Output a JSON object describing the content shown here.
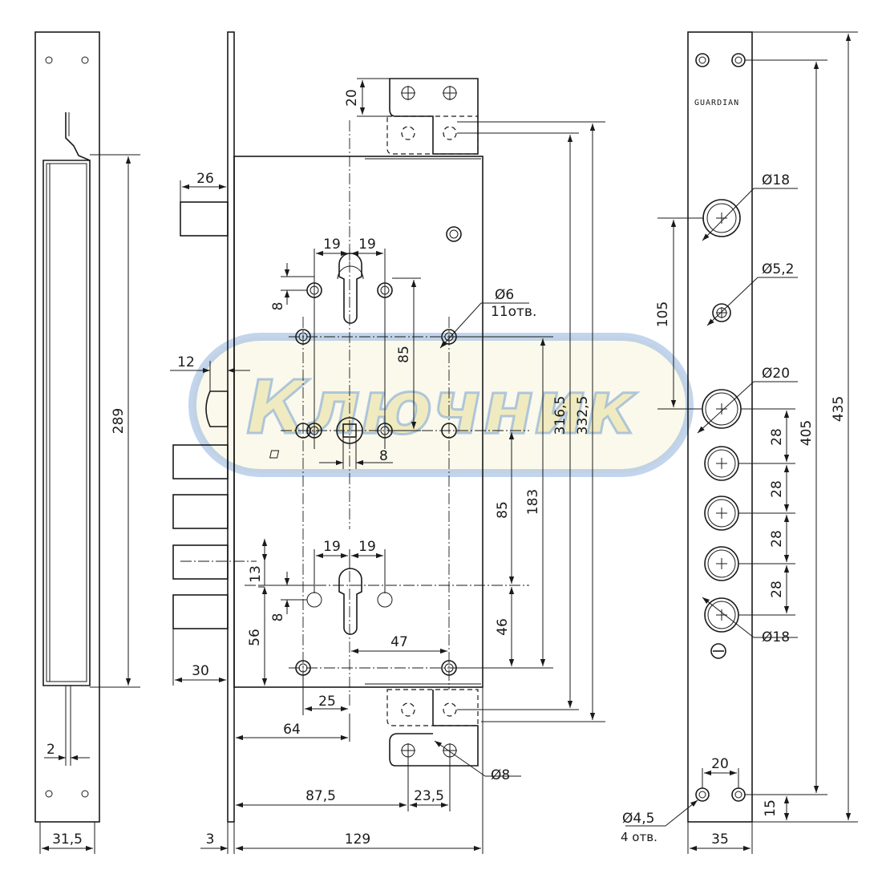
{
  "watermark": {
    "text": "Ключник"
  },
  "faceplate": {
    "brand": "GUARDIAN"
  },
  "dimensions": {
    "left_289": "289",
    "left_2": "2",
    "left_31_5": "31,5",
    "d26": "26",
    "d12": "12",
    "d30": "30",
    "d3": "3",
    "d129": "129",
    "d87_5": "87,5",
    "d23_5": "23,5",
    "d64": "64",
    "d25": "25",
    "d47": "47",
    "d56": "56",
    "d13": "13",
    "d8_low": "8",
    "d19_up_a": "19",
    "d19_up_b": "19",
    "d19_low_a": "19",
    "d19_low_b": "19",
    "d8_up": "8",
    "d85_up": "85",
    "d85_low": "85",
    "d46": "46",
    "d183": "183",
    "d316_5": "316,5",
    "d332_5": "332,5",
    "d20_top": "20",
    "sq8": "8",
    "dia6": "Ø6",
    "holes11": "11отв.",
    "dia8_strike": "Ø8",
    "right_dia18_top": "Ø18",
    "right_dia5_2": "Ø5,2",
    "right_dia20": "Ø20",
    "right_dia18_bottom": "Ø18",
    "right_105": "105",
    "right_28_a": "28",
    "right_28_b": "28",
    "right_28_c": "28",
    "right_28_d": "28",
    "right_405": "405",
    "right_435": "435",
    "right_15": "15",
    "right_20": "20",
    "right_35": "35",
    "right_dia4_5": "Ø4,5",
    "right_4holes": "4 отв."
  }
}
